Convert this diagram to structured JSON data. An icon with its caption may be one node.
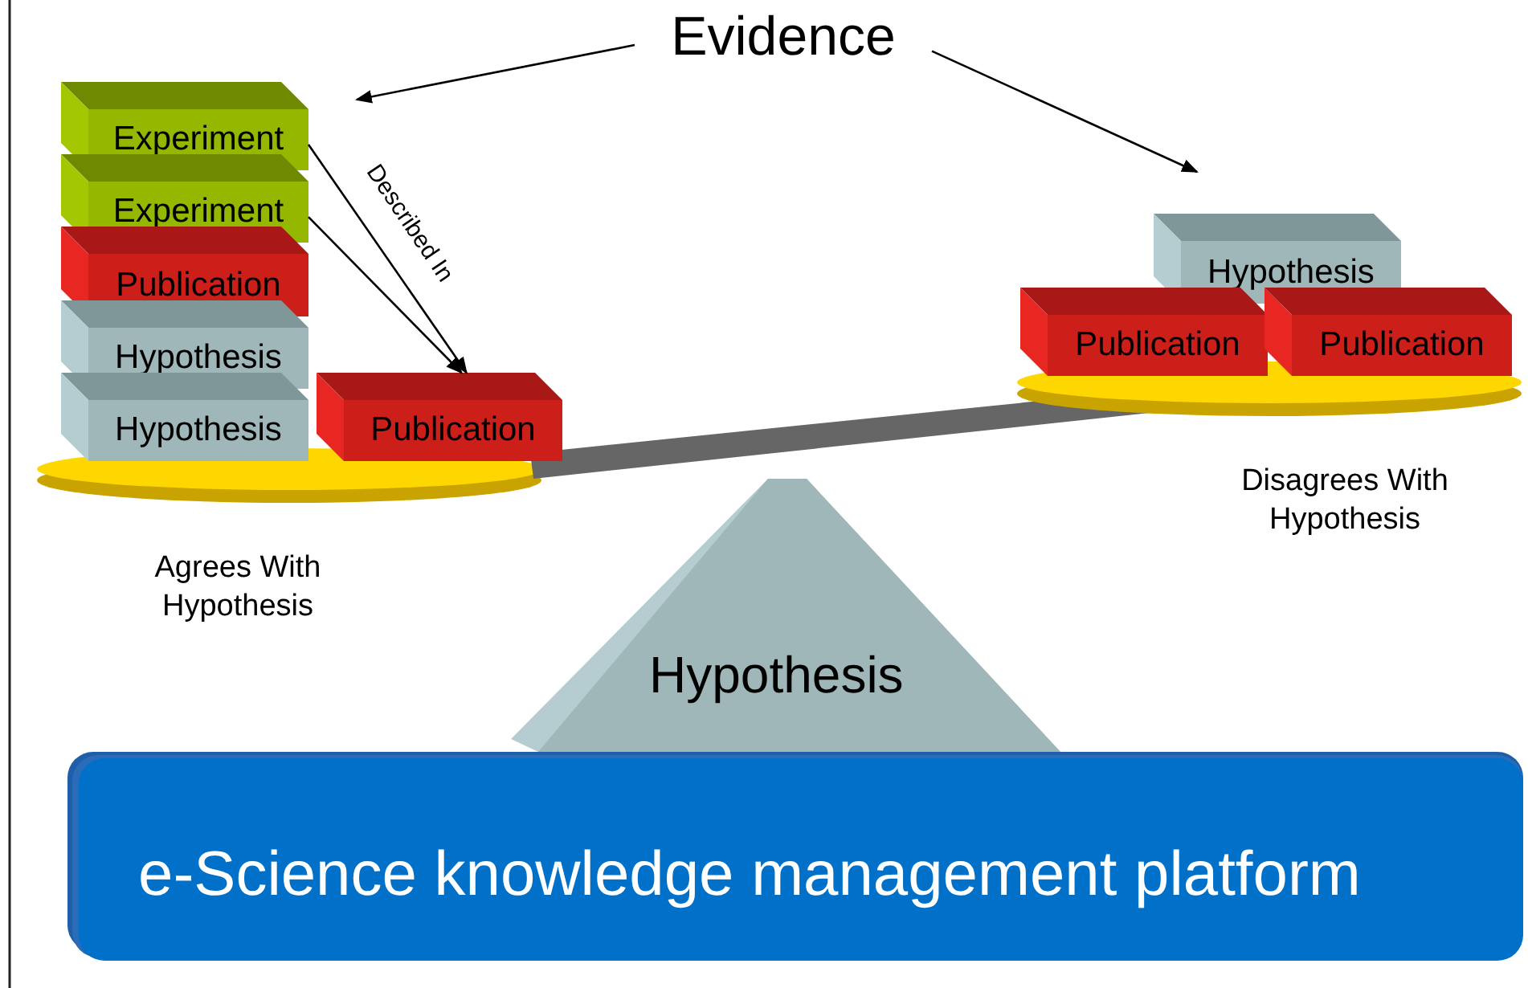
{
  "diagram": {
    "nodes": [
      {
        "text": [
          "Evidence"
        ]
      },
      {
        "text": [
          "Experiment"
        ]
      },
      {
        "text": [
          "Experiment"
        ]
      },
      {
        "text": [
          "Publication"
        ]
      },
      {
        "text": [
          "Hypothesis"
        ]
      },
      {
        "text": [
          "Hypothesis"
        ]
      },
      {
        "text": [
          "Publication"
        ]
      },
      {
        "text": [
          "Hypothesis"
        ]
      },
      {
        "text": [
          "Publication"
        ]
      },
      {
        "text": [
          "Publication"
        ]
      },
      {
        "text": [
          "Hypothesis"
        ]
      },
      {
        "text": [
          "e-Science knowledge management platform"
        ]
      }
    ],
    "edges": [
      {
        "from": 0,
        "to": null,
        "arrow": "to"
      },
      {
        "from": 0,
        "to": null,
        "arrow": "to"
      },
      {
        "from": 1,
        "to": 6,
        "arrow": "to",
        "label": "Described In"
      },
      {
        "from": 2,
        "to": 6,
        "arrow": "to"
      }
    ],
    "labels": [
      "Agrees With Hypothesis",
      "Disagrees With Hypothesis"
    ]
  }
}
